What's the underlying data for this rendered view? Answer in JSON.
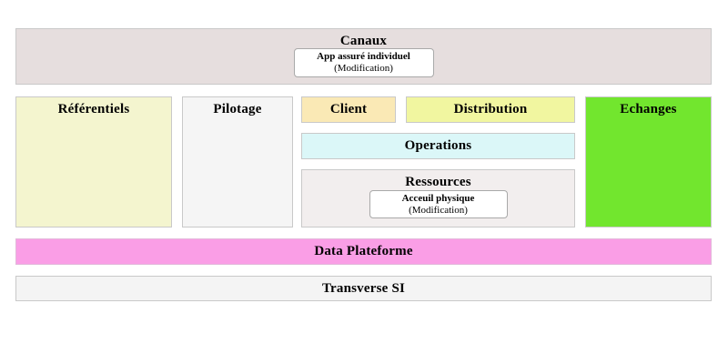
{
  "canaux": {
    "label": "Canaux",
    "color": "#E6DEDE",
    "app": {
      "title": "App assuré individuel",
      "subtitle": "(Modification)"
    }
  },
  "referentiels": {
    "label": "Référentiels",
    "color": "#F4F5CF"
  },
  "pilotage": {
    "label": "Pilotage",
    "color": "#F5F5F5"
  },
  "client": {
    "label": "Client",
    "color": "#FAE9B5"
  },
  "distribution": {
    "label": "Distribution",
    "color": "#F1F6A0"
  },
  "operations": {
    "label": "Operations",
    "color": "#DBF7F8"
  },
  "ressources": {
    "label": "Ressources",
    "color": "#F2EEEE",
    "app": {
      "title": "Acceuil physique",
      "subtitle": "(Modification)"
    }
  },
  "echanges": {
    "label": "Echanges",
    "color": "#72E62E"
  },
  "data_plateforme": {
    "label": "Data Plateforme",
    "color": "#FA9EE6"
  },
  "transverse_si": {
    "label": "Transverse SI",
    "color": "#F4F4F4"
  }
}
